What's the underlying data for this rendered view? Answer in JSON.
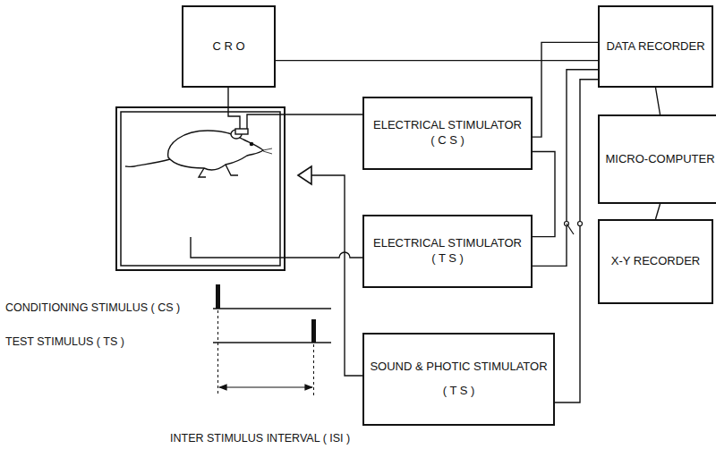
{
  "diagram": {
    "nodes": [
      {
        "text": [
          "C R O"
        ]
      },
      {
        "text": [
          "DATA RECORDER"
        ]
      },
      {
        "text": [
          "ELECTRICAL STIMULATOR",
          "( C S )"
        ]
      },
      {
        "text": [
          "MICRO-COMPUTER"
        ]
      },
      {
        "text": [
          "ELECTRICAL STIMULATOR",
          "( T S )"
        ]
      },
      {
        "text": [
          "X-Y RECORDER"
        ]
      },
      {
        "text": [
          "SOUND & PHOTIC STIMULATOR",
          "( T S )"
        ]
      }
    ],
    "edges": [
      {
        "from": 0,
        "to": 1,
        "arrow": "none"
      },
      {
        "from": 2,
        "to": 1,
        "arrow": "none"
      },
      {
        "from": 2,
        "to": 4,
        "arrow": "none"
      },
      {
        "from": 4,
        "to": 1,
        "arrow": "none"
      },
      {
        "from": 6,
        "to": 1,
        "arrow": "none"
      },
      {
        "from": 1,
        "to": 3,
        "arrow": "none"
      },
      {
        "from": 3,
        "to": 5,
        "arrow": "none"
      }
    ],
    "labels": [
      "CONDITIONING STIMULUS ( CS )",
      "TEST STIMULUS ( TS )",
      "INTER STIMULUS INTERVAL ( ISI )"
    ]
  }
}
